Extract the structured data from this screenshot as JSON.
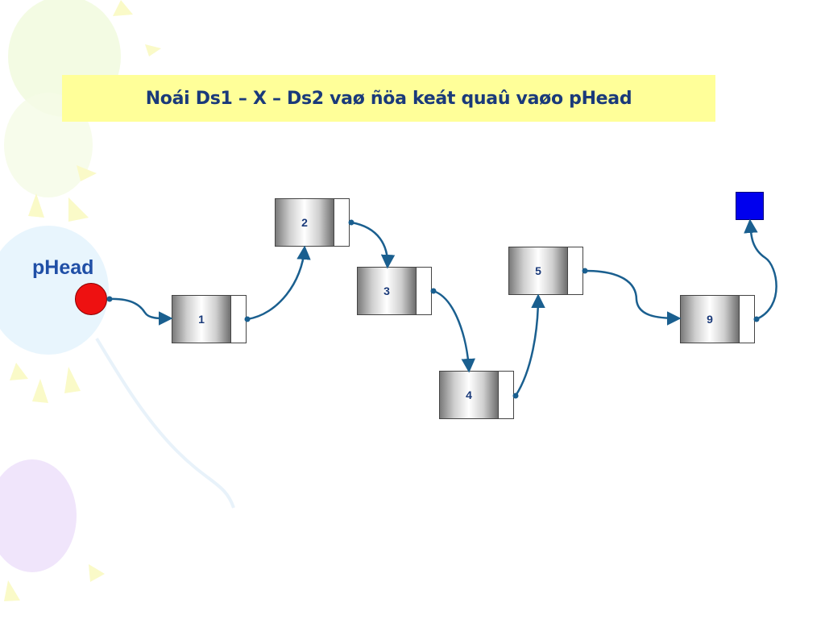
{
  "title": "Noái Ds1 – X – Ds2 vaø ñöa keát quaû vaøo pHead",
  "head_label": "pHead",
  "nodes": [
    {
      "id": "n1",
      "value": "1"
    },
    {
      "id": "n2",
      "value": "2"
    },
    {
      "id": "n3",
      "value": "3"
    },
    {
      "id": "n4",
      "value": "4"
    },
    {
      "id": "n5",
      "value": "5"
    },
    {
      "id": "n9",
      "value": "9"
    }
  ],
  "colors": {
    "title_bg": "#ffff99",
    "title_text": "#1a3a7a",
    "head_dot": "#ee1111",
    "null_box": "#0000ee",
    "arrow": "#1a5f8f"
  }
}
